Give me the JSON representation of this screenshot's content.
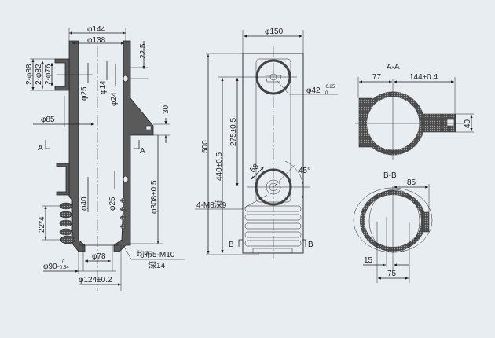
{
  "left_view": {
    "dim_phi144": "φ144",
    "dim_phi138": "φ138",
    "dim_22_5": "22.5",
    "dim_2phi88": "2-φ88",
    "dim_2phi82": "2-φ82",
    "dim_2phi76": "2-φ76",
    "dim_phi25_top": "φ25",
    "dim_phi14": "φ14",
    "dim_phi24": "φ24",
    "dim_30": "30",
    "dim_phi85": "φ85",
    "section_a_left": "A",
    "section_a_right": "A",
    "dim_phi40": "φ40",
    "dim_phi25_bottom": "φ25",
    "dim_phi308": "φ308±0.5",
    "dim_22x4": "22*4",
    "dim_phi78": "φ78",
    "dim_phi90": "φ90-",
    "dim_phi90_tol_upper": "0",
    "dim_phi90_tol_lower": "0.54",
    "dim_phi124": "φ124±0.2",
    "note_thread": "均布5-M10",
    "note_depth": "深14"
  },
  "front_view": {
    "dim_phi150": "φ150",
    "dim_500": "500",
    "dim_440": "440±0.5",
    "dim_275": "275±0.5",
    "dim_phi42": "φ42",
    "dim_phi42_tol_upper": "+0.25",
    "dim_phi42_tol_lower": "0",
    "dim_58": "58",
    "dim_45deg": "45°",
    "note_holes": "4-M8深9",
    "section_b_left": "B",
    "section_b_right": "B"
  },
  "section_aa": {
    "title": "A-A",
    "dim_77": "77",
    "dim_144": "144±0.4",
    "dim_40": "40"
  },
  "section_bb": {
    "title": "B-B",
    "dim_85": "85",
    "dim_15": "15",
    "dim_75": "75"
  }
}
